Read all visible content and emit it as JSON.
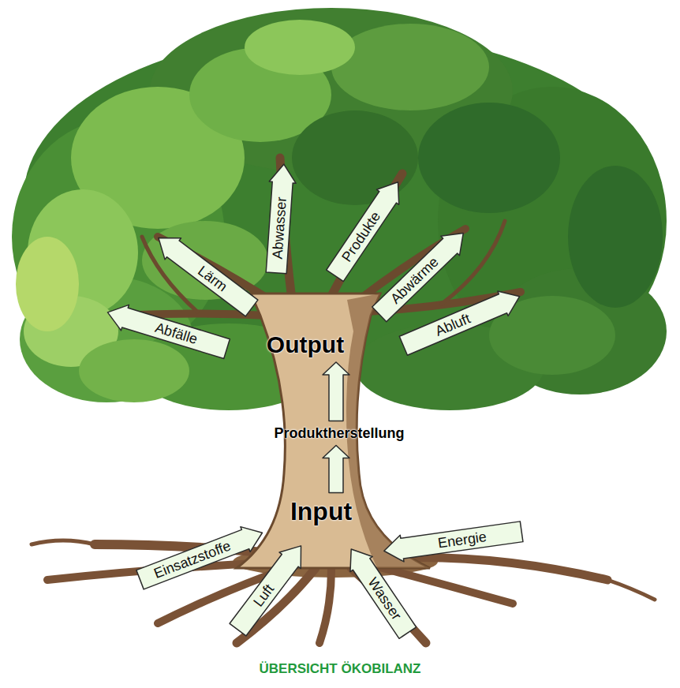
{
  "diagram": {
    "caption": "ÜBERSICHT ÖKOBILANZ",
    "nodes": [
      {
        "text": [
          "Abwasser"
        ]
      },
      {
        "text": [
          "Produkte"
        ]
      },
      {
        "text": [
          "Lärm"
        ]
      },
      {
        "text": [
          "Abwärme"
        ]
      },
      {
        "text": [
          "Abfälle"
        ]
      },
      {
        "text": [
          "Abluft"
        ]
      },
      {
        "text": [
          "Output"
        ]
      },
      {
        "text": [
          "Produktherstellung"
        ]
      },
      {
        "text": [
          "Input"
        ]
      },
      {
        "text": [
          "Energie"
        ]
      },
      {
        "text": [
          "Einsatzstoffe"
        ]
      },
      {
        "text": [
          "Luft"
        ]
      },
      {
        "text": [
          "Wasser"
        ]
      }
    ],
    "edges": [
      {
        "from": 8,
        "to": 7,
        "arrow": "to"
      },
      {
        "from": 7,
        "to": 6,
        "arrow": "to"
      }
    ]
  }
}
